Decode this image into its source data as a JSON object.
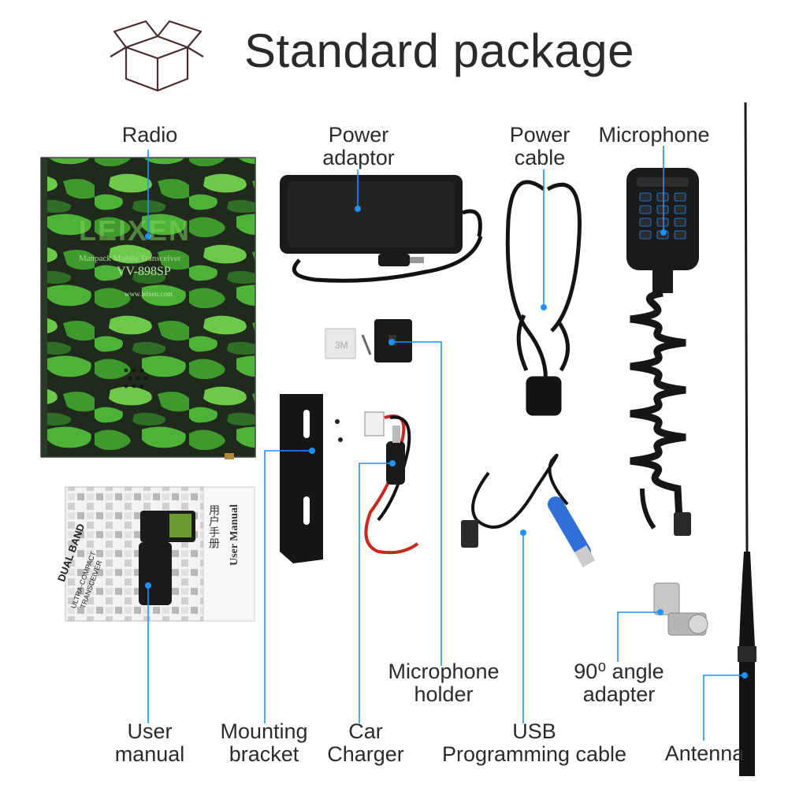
{
  "header": {
    "title": "Standard package",
    "icon": "box-icon"
  },
  "radio": {
    "label": "Radio",
    "brand": "LEIXEN",
    "subtitle": "Manpack Mobile Transceiver",
    "model": "VV-898SP",
    "website": "www.leixen.com"
  },
  "labels": {
    "power_adaptor": [
      "Power",
      "adaptor"
    ],
    "power_cable": [
      "Power",
      "cable"
    ],
    "microphone": [
      "Microphone"
    ],
    "microphone_holder": [
      "Microphone",
      "holder"
    ],
    "angle_adapter": [
      "90⁰ angle",
      "adapter"
    ],
    "user_manual": [
      "User",
      "manual"
    ],
    "mounting_bracket": [
      "Mounting",
      "bracket"
    ],
    "car_charger": [
      "Car",
      "Charger"
    ],
    "usb_cable": [
      "USB",
      "Programming cable"
    ],
    "antenna": [
      "Antenna"
    ]
  },
  "manual": {
    "title_cn": "用户手册",
    "title_en": "User Manual",
    "line1": "DUAL BAND",
    "line2": "ULTRA-COMPACT",
    "line3": "TRANSCEIVER"
  },
  "colors": {
    "leader": "#1e90ff",
    "camo_dark": "#1f2a1d",
    "camo_green": "#3f9a2e",
    "camo_light": "#7fd05a"
  }
}
